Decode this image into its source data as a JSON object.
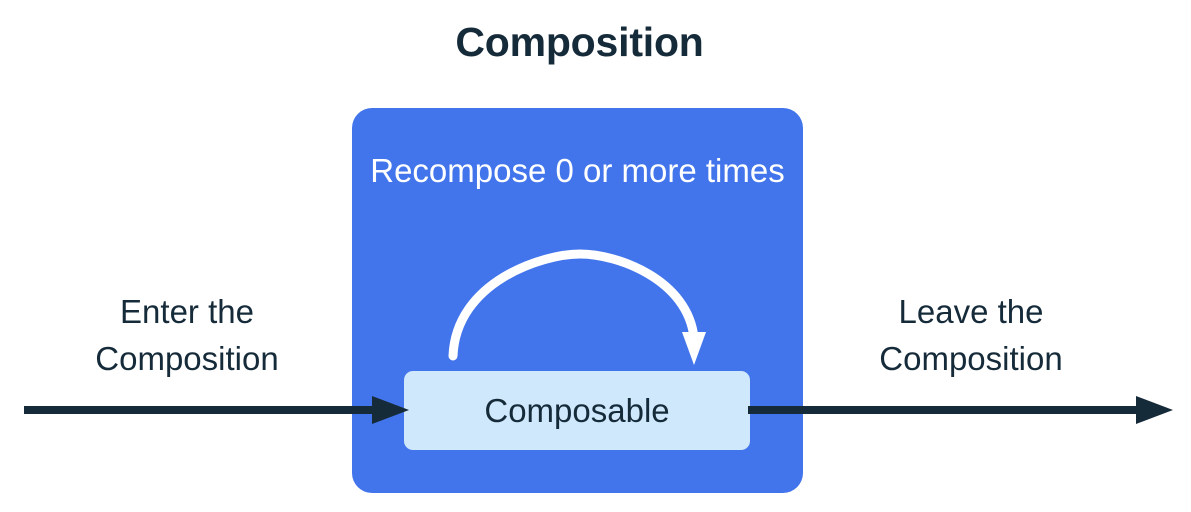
{
  "title": "Composition",
  "colors": {
    "composition_fill": "#4275ec",
    "composable_fill": "#cfe8fb",
    "text_dark": "#162b3a",
    "text_light": "#ffffff",
    "arrow_dark": "#162b3a",
    "arrow_light": "#ffffff",
    "background": "#ffffff"
  },
  "diagram": {
    "composition_box_label": "Composition",
    "recompose_label": "Recompose 0 or\nmore times",
    "composable_label": "Composable",
    "enter_caption": "Enter the\nComposition",
    "leave_caption": "Leave the\nComposition",
    "icons": {
      "enter_arrow": "arrow-right-icon",
      "leave_arrow": "arrow-right-icon",
      "recompose_arrow": "loop-arrow-icon"
    }
  }
}
